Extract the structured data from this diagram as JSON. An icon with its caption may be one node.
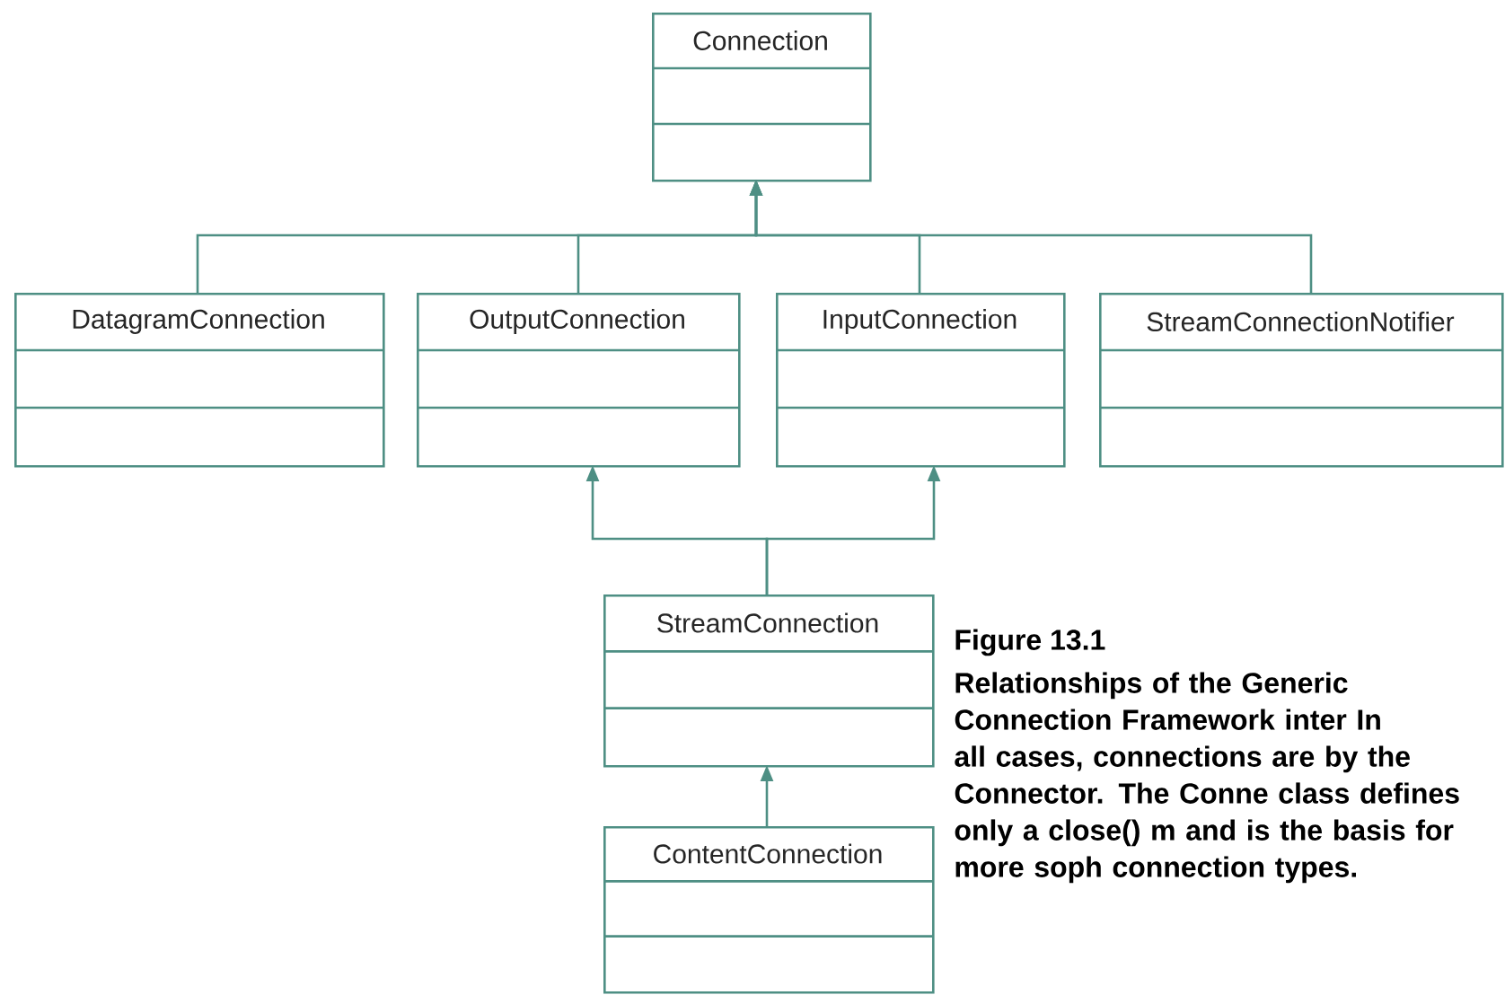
{
  "diagram": {
    "title": "Figure 13.1",
    "caption": "Relationships of the Generic Connection Framework inter In all cases, connections are by the Connector. The Conne class defines only a close() m and is the basis for more soph connection types.",
    "nodes": [
      {
        "text": [
          "Connection"
        ]
      },
      {
        "text": [
          "DatagramConnection"
        ]
      },
      {
        "text": [
          "OutputConnection"
        ]
      },
      {
        "text": [
          "InputConnection"
        ]
      },
      {
        "text": [
          "StreamConnectionNotifier"
        ]
      },
      {
        "text": [
          "StreamConnection"
        ]
      },
      {
        "text": [
          "ContentConnection"
        ]
      }
    ],
    "edges": [
      {
        "from": 1,
        "to": 0,
        "arrow": "to"
      },
      {
        "from": 2,
        "to": 0,
        "arrow": "to"
      },
      {
        "from": 3,
        "to": 0,
        "arrow": "to"
      },
      {
        "from": 4,
        "to": 0,
        "arrow": "to"
      },
      {
        "from": 5,
        "to": 2,
        "arrow": "to"
      },
      {
        "from": 5,
        "to": 3,
        "arrow": "to"
      },
      {
        "from": 6,
        "to": 5,
        "arrow": "to"
      }
    ]
  }
}
